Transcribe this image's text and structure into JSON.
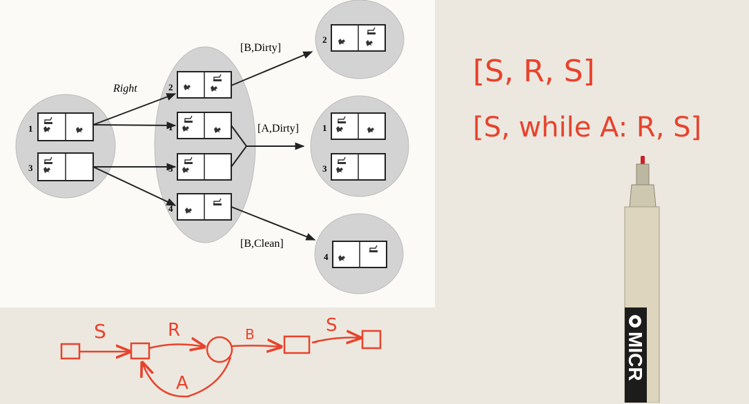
{
  "diagram": {
    "actions": {
      "right": "Right",
      "b_dirty": "[B,Dirty]",
      "a_dirty": "[A,Dirty]",
      "b_clean": "[B,Clean]"
    },
    "state_numbers": {
      "s1": "1",
      "s3": "3",
      "m2": "2",
      "m1": "1",
      "m3": "3",
      "m4": "4",
      "r2": "2",
      "r1": "1",
      "r3": "3",
      "r4": "4"
    }
  },
  "handwriting": {
    "plan1": "[S, R, S]",
    "plan2": "[S, while A: R, S]",
    "graph_labels": {
      "s1": "S",
      "r": "R",
      "b": "B",
      "s2": "S",
      "a": "A"
    }
  },
  "pen": {
    "brand": "MICR"
  },
  "colors": {
    "ink_red": "#e8422c",
    "paper": "#fbfaf6",
    "background": "#ece8df",
    "ellipse_gray": "#d3d3d3"
  }
}
